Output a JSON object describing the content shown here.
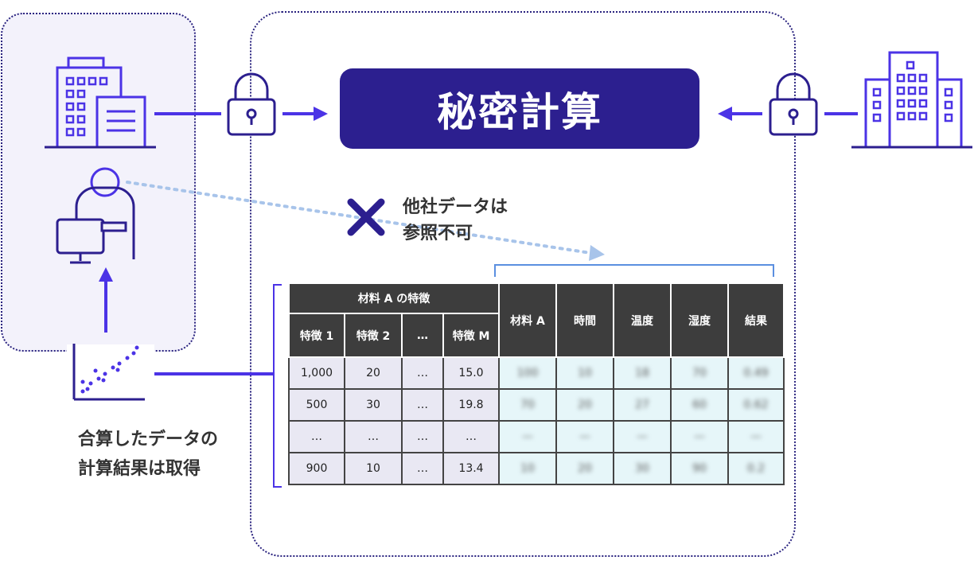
{
  "title": "秘密計算",
  "notes": {
    "no_access_line1": "他社データは",
    "no_access_line2": "参照不可",
    "result_line1": "合算したデータの",
    "result_line2": "計算結果は取得"
  },
  "table": {
    "group_header": "材料 A の特徴",
    "feature_headers": [
      "特徴 1",
      "特徴 2",
      "…",
      "特徴 M"
    ],
    "other_headers": [
      "材料 A",
      "時間",
      "温度",
      "湿度",
      "結果"
    ],
    "rows": [
      {
        "features": [
          "1,000",
          "20",
          "…",
          "15.0"
        ],
        "hidden": [
          "100",
          "10",
          "18",
          "70",
          "0.49"
        ]
      },
      {
        "features": [
          "500",
          "30",
          "…",
          "19.8"
        ],
        "hidden": [
          "70",
          "20",
          "27",
          "60",
          "0.62"
        ]
      },
      {
        "features": [
          "…",
          "…",
          "…",
          "…"
        ],
        "hidden": [
          "—",
          "—",
          "—",
          "—",
          "—"
        ]
      },
      {
        "features": [
          "900",
          "10",
          "…",
          "13.4"
        ],
        "hidden": [
          "10",
          "20",
          "30",
          "90",
          "0.2"
        ]
      }
    ]
  },
  "colors": {
    "primary": "#2c1f8f",
    "accent": "#4b33e6",
    "panel_bg": "#f3f2fb"
  }
}
